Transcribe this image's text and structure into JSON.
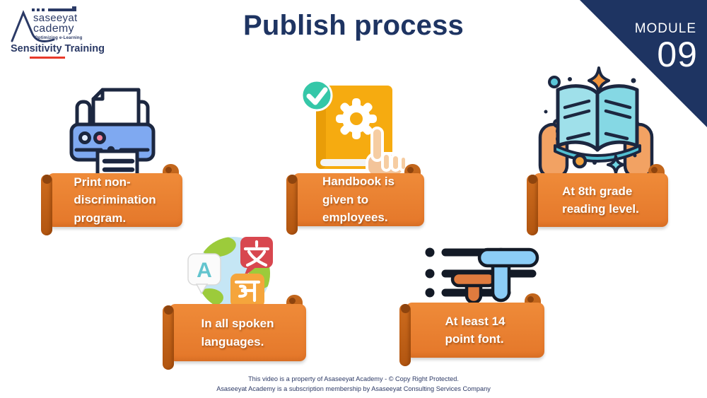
{
  "slide": {
    "title": "Publish process",
    "module_label": "MODULE",
    "module_number": "09"
  },
  "logo": {
    "name_top": "saseeyat",
    "name_bottom": "cademy",
    "tagline": "Optimizing e-Learning",
    "subtitle": "Sensitivity Training"
  },
  "cards": [
    {
      "icon": "printer-icon",
      "text": "Print non-\ndiscrimination\nprogram."
    },
    {
      "icon": "handbook-check-icon",
      "text": "Handbook is\ngiven to\nemployees."
    },
    {
      "icon": "reading-book-icon",
      "text": "At 8th grade\nreading level."
    },
    {
      "icon": "translation-globe-icon",
      "text": "In all spoken\nlanguages.",
      "glyphs": {
        "latin": "A",
        "cjk": "文",
        "devanagari": "अ"
      }
    },
    {
      "icon": "font-size-icon",
      "text": "At least 14\npoint font."
    }
  ],
  "footer": {
    "line1": "This video is a property of Asaseeyat Academy - © Copy Right Protected.",
    "line2": "Asaseeyat Academy is a subscription membership by Asaseeyat Consulting Services Company"
  },
  "colors": {
    "banner_orange": "#E8802F",
    "banner_dark_orange": "#C2661C",
    "navy": "#1E3462",
    "check_teal": "#35C7A8",
    "logo_red": "#E8392A"
  }
}
